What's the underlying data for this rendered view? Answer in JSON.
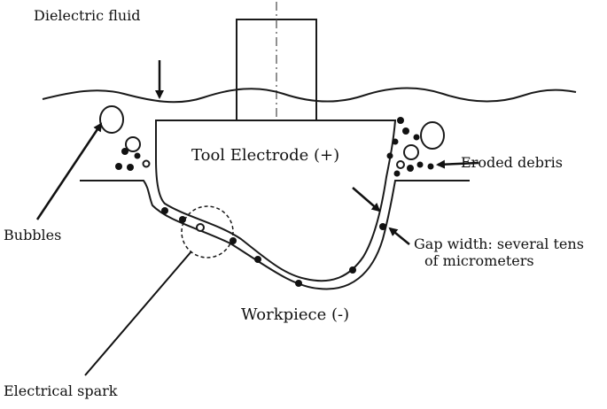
{
  "labels": {
    "dielectric_fluid": "Dielectric fluid",
    "tool_electrode": "Tool Electrode (+)",
    "eroded_debris": "Eroded debris",
    "bubbles": "Bubbles",
    "gap_width_line1": "Gap width: several tens",
    "gap_width_line2": "of micrometers",
    "workpiece": "Workpiece (-)",
    "electrical_spark": "Electrical spark"
  },
  "colors": {
    "line": "#1a1a1a",
    "background": "#ffffff"
  }
}
